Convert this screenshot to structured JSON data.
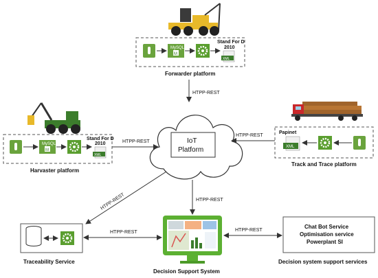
{
  "nodes": {
    "forwarder": {
      "label": "Forwarder platform",
      "standard": "Stand For D",
      "year": "2010",
      "db": "MySQL",
      "db_letter": "M",
      "file": "XML"
    },
    "harvester": {
      "label": "Harvaster platform",
      "standard": "Stand For D",
      "year": "2010",
      "db": "MySQL",
      "db_letter": "M",
      "file": "XML"
    },
    "iot": {
      "line1": "IoT",
      "line2": "Platform"
    },
    "track": {
      "label": "Track and Trace platform",
      "papinet": "Papinet",
      "file": "XML"
    },
    "traceability": {
      "label": "Traceability Service"
    },
    "dss": {
      "label": "Decision Support System"
    },
    "services": {
      "label": "Decision system support services",
      "items": [
        "Chat Bot Service",
        "Optimisation service",
        "Powerplant SI"
      ]
    }
  },
  "edges": {
    "forwarder_iot": "HTPP-REST",
    "harvester_iot": "HTPP-REST",
    "track_iot": "HTPP-REST",
    "iot_traceability": "HTPP-REST",
    "iot_dss": "HTPP-REST",
    "dss_traceability": "HTPP-REST",
    "dss_services": "HTPP-REST"
  },
  "colors": {
    "chip": "#6aa33d",
    "gear": "#5a9e2f",
    "machine_yellow": "#e8b92a",
    "machine_green": "#3c7d2c",
    "truck_red": "#c9282b",
    "log": "#a0642b",
    "monitor": "#5cb032"
  }
}
